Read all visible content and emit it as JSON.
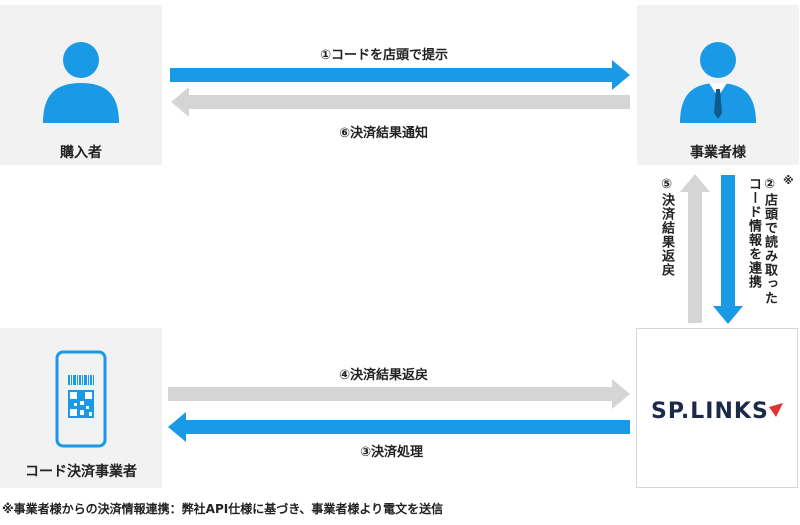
{
  "nodes": {
    "buyer": "購入者",
    "merchant": "事業者様",
    "code_payment": "コード決済事業者"
  },
  "logo": {
    "text": "SP.LINKS"
  },
  "steps": {
    "s1": "①コードを店頭で提示",
    "s6": "⑥決済結果通知",
    "s5": "⑤決済結果返戻",
    "s2": "②店頭で読み取ったコード情報を連携",
    "s2_note": "※",
    "s4": "④決済結果返戻",
    "s3": "③決済処理"
  },
  "footnote": "※事業者様からの決済情報連携：弊社API仕様に基づき、事業者様より電文を送信",
  "colors": {
    "primary": "#1a9ae6",
    "gray": "#d5d5d5",
    "box": "#f2f2f2",
    "logo_red": "#e0322e"
  }
}
